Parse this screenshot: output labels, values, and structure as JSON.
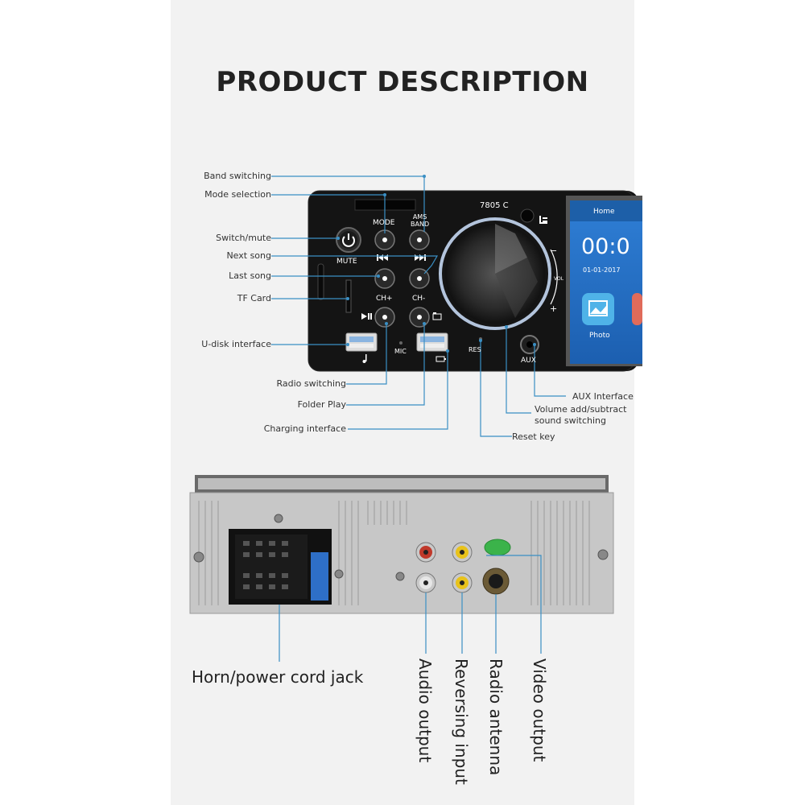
{
  "title": "PRODUCT DESCRIPTION",
  "front_panel": {
    "model": "7805 C",
    "buttons": {
      "mode": "MODE",
      "ams_band": "AMS\nBAND",
      "mute": "MUTE",
      "ch_plus": "CH+",
      "ch_minus": "CH-",
      "mic": "MIC",
      "res": "RES",
      "aux": "AUX",
      "vol": "VOL",
      "vol_plus": "+",
      "vol_minus": "−"
    },
    "screen": {
      "home": "Home",
      "clock": "00:0",
      "date": "01-01-2017",
      "photo": "Photo"
    }
  },
  "callouts_left": [
    "Band switching",
    "Mode selection",
    "Switch/mute",
    "Next song",
    "Last song",
    "TF Card",
    "U-disk interface"
  ],
  "callouts_bottom": [
    "Radio switching",
    "Folder Play",
    "Charging interface"
  ],
  "callouts_right": [
    "AUX Interface",
    "Volume add/subtract",
    "sound switching",
    "Reset key"
  ],
  "rear_panel": {
    "horn_label": "Horn/power cord jack",
    "port_labels": [
      "Audio output",
      "Reversing input",
      "Radio antenna",
      "Video output"
    ]
  },
  "colors": {
    "line": "#3a8fc4",
    "panel_bg": "#f2f2f2",
    "device": "#141414"
  }
}
